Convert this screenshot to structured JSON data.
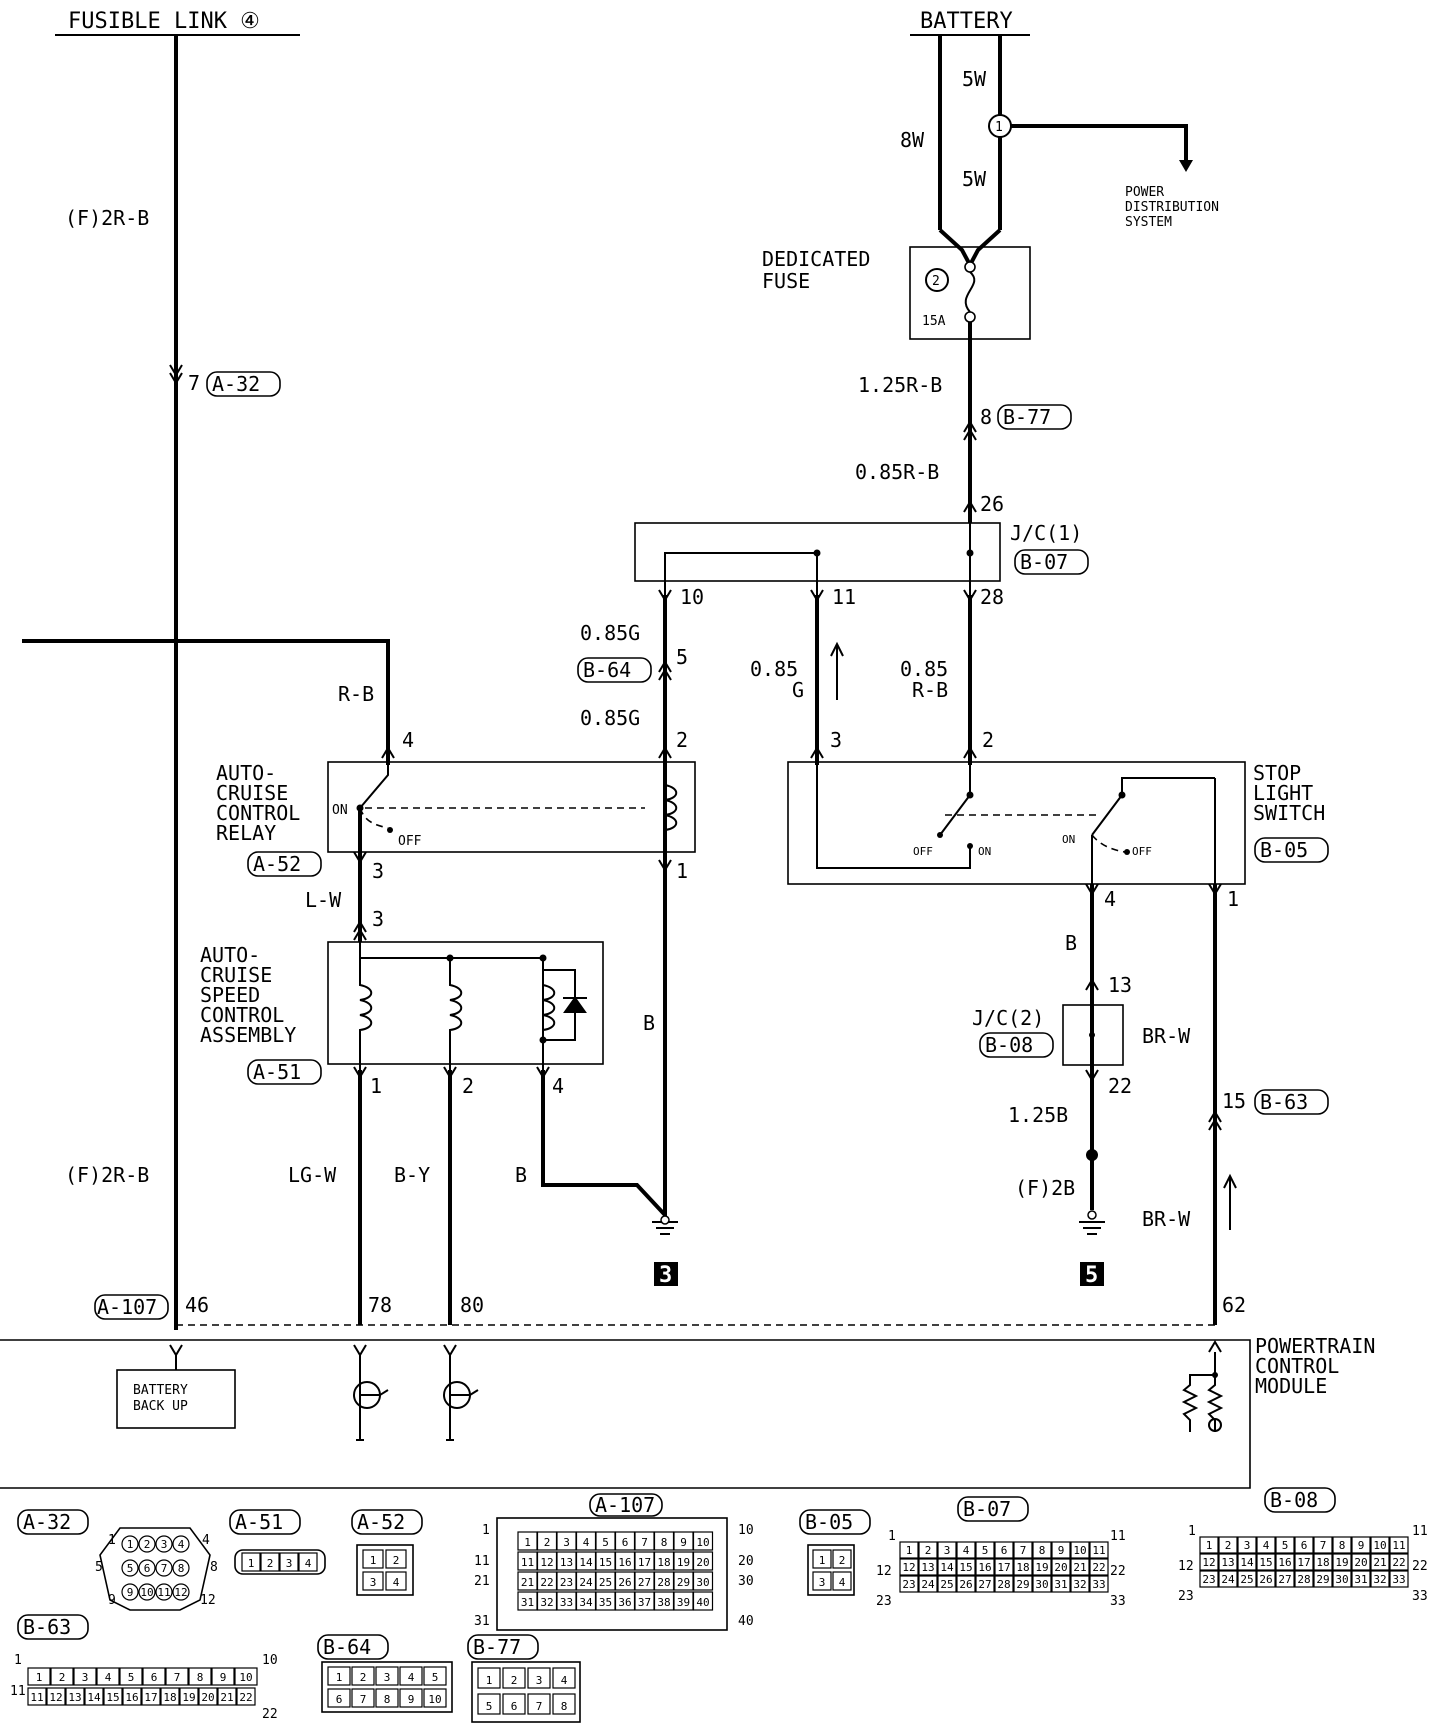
{
  "top": {
    "fusible_link": "FUSIBLE LINK ④",
    "battery": "BATTERY"
  },
  "wires": {
    "f2rb_top": "(F)2R-B",
    "f2rb_bottom": "(F)2R-B",
    "w8": "8W",
    "w5_top": "5W",
    "w5_bottom": "5W",
    "r125rb": "1.25R-B",
    "r085rb": "0.85R-B",
    "g085_a": "0.85G",
    "g085_b": "0.85G",
    "g085_c1": "0.85",
    "g085_c2": "G",
    "rb085_1": "0.85",
    "rb085_2": "R-B",
    "rb": "R-B",
    "lw": "L-W",
    "b_coil": "B",
    "b_switch": "B",
    "brw_a": "BR-W",
    "brw_b": "BR-W",
    "b125": "1.25B",
    "f2b": "(F)2B",
    "lgw": "LG-W",
    "by": "B-Y",
    "b_gnd": "B"
  },
  "components": {
    "power_dist": [
      "POWER",
      "DISTRIBUTION",
      "SYSTEM"
    ],
    "dedicated_fuse": [
      "DEDICATED",
      "FUSE"
    ],
    "fuse_rating": "15A",
    "fuse_num": "2",
    "splice_num": "1",
    "jc1": "J/C(1)",
    "jc2": "J/C(2)",
    "relay": [
      "AUTO-",
      "CRUISE",
      "CONTROL",
      "RELAY"
    ],
    "speed_ctrl": [
      "AUTO-",
      "CRUISE",
      "SPEED",
      "CONTROL",
      "ASSEMBLY"
    ],
    "stop_switch": [
      "STOP",
      "LIGHT",
      "SWITCH"
    ],
    "pcm": [
      "POWERTRAIN",
      "CONTROL",
      "MODULE"
    ],
    "battery_backup": [
      "BATTERY",
      "BACK UP"
    ],
    "on": "ON",
    "off": "OFF",
    "ground_3": "3",
    "ground_5": "5"
  },
  "connectors": {
    "a32": "A-32",
    "b77": "B-77",
    "b07": "B-07",
    "b64": "B-64",
    "a52": "A-52",
    "a51": "A-51",
    "b05": "B-05",
    "b08": "B-08",
    "b63": "B-63",
    "a107": "A-107"
  },
  "pins": {
    "p7": "7",
    "p8": "8",
    "p26": "26",
    "p10": "10",
    "p11": "11",
    "p28": "28",
    "p5": "5",
    "p2a": "2",
    "p2b": "2",
    "p3a": "3",
    "p4": "4",
    "p3b": "3",
    "p3c": "3",
    "p1a": "1",
    "p1b": "1",
    "p2c": "2",
    "p4b": "4",
    "p4c": "4",
    "p1c": "1",
    "p13": "13",
    "p22": "22",
    "p15": "15",
    "p46": "46",
    "p78": "78",
    "p80": "80",
    "p62": "62"
  },
  "views": {
    "a32": {
      "label": "A-32",
      "nums": [
        "1",
        "4",
        "5",
        "8",
        "9",
        "12"
      ],
      "pins": [
        "1",
        "2",
        "3",
        "4",
        "5",
        "6",
        "7",
        "8",
        "9",
        "10",
        "11",
        "12"
      ]
    },
    "a51": {
      "label": "A-51",
      "pins": [
        "1",
        "2",
        "3",
        "4"
      ]
    },
    "a52": {
      "label": "A-52",
      "pins": [
        "1",
        "2",
        "3",
        "4"
      ]
    },
    "a107": {
      "label": "A-107",
      "nums": [
        "1",
        "10",
        "11",
        "20",
        "21",
        "30",
        "31",
        "40"
      ]
    },
    "b05": {
      "label": "B-05",
      "pins": [
        "1",
        "2",
        "3",
        "4"
      ]
    },
    "b07": {
      "label": "B-07",
      "nums": [
        "1",
        "11",
        "12",
        "22",
        "23",
        "33"
      ]
    },
    "b08": {
      "label": "B-08",
      "nums": [
        "1",
        "11",
        "12",
        "22",
        "23",
        "33"
      ]
    },
    "b63": {
      "label": "B-63",
      "nums": [
        "1",
        "10",
        "11",
        "22"
      ]
    },
    "b64": {
      "label": "B-64",
      "pins": [
        "1",
        "2",
        "3",
        "4",
        "5",
        "6",
        "7",
        "8",
        "9",
        "10"
      ]
    },
    "b77": {
      "label": "B-77",
      "pins": [
        "1",
        "2",
        "3",
        "4",
        "5",
        "6",
        "7",
        "8"
      ]
    }
  }
}
